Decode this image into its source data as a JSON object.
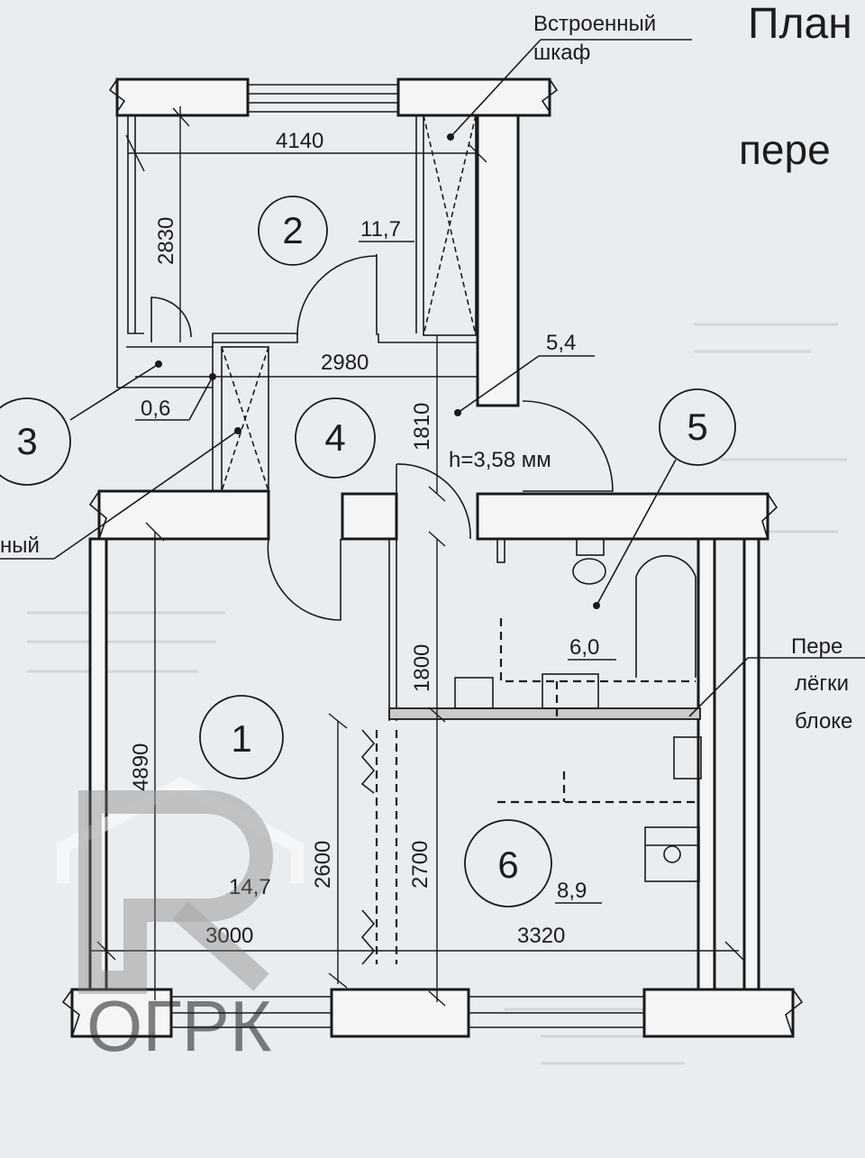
{
  "header": {
    "title": "План",
    "subtitle": "пере"
  },
  "rooms": [
    {
      "id": "1",
      "area": "14,7"
    },
    {
      "id": "2",
      "area": "11,7"
    },
    {
      "id": "3",
      "area": "0,6"
    },
    {
      "id": "4",
      "area": "5,4"
    },
    {
      "id": "5",
      "area": "6,0"
    },
    {
      "id": "6",
      "area": "8,9"
    }
  ],
  "dimensions": {
    "d4140": "4140",
    "d2830": "2830",
    "d2980": "2980",
    "d1810": "1810",
    "d1800": "1800",
    "d4890": "4890",
    "d2600": "2600",
    "d2700": "2700",
    "d3000": "3000",
    "d3320": "3320"
  },
  "labels": {
    "builtin_line1": "Встроенный",
    "builtin_line2": "шкаф",
    "ceiling_height": "h=3,58 мм",
    "left_cut": "ный",
    "partition_line1": "Пере",
    "partition_line2": "лёгки",
    "partition_line3": "блоке"
  },
  "watermark": {
    "text": "ОГРК",
    "color": "#8c8c8c"
  }
}
